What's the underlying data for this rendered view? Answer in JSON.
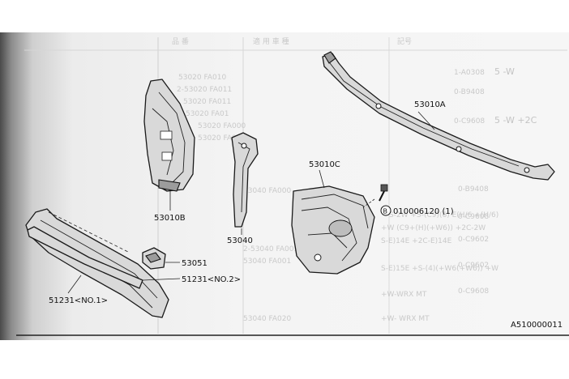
{
  "diagram": {
    "parts": [
      {
        "key": "a",
        "number": "53010A"
      },
      {
        "key": "b",
        "number": "53010B"
      },
      {
        "key": "c",
        "number": "53010C"
      },
      {
        "key": "d",
        "number": "53040"
      },
      {
        "key": "e",
        "number": "53051"
      },
      {
        "key": "f",
        "number": "51231<NO.2>"
      },
      {
        "key": "g",
        "number": "51231<NO.1>"
      }
    ],
    "bolt_callout": {
      "symbol": "B",
      "text": "010006120 (1)"
    },
    "figure_id": "A510000011"
  },
  "background_table": {
    "header": [
      "品 番",
      "適 用 車 種",
      "記号"
    ],
    "part_numbers": [
      "53020 FA010",
      "2-53020 FA011",
      "53020 FA011",
      "2-53020 FA01",
      "53020 FA000",
      "53020 FA001",
      "53040 FA000",
      "2-53040 FA001",
      "53040 FA001",
      "53040 FA020"
    ],
    "codes": [
      "1-A0308",
      "0-B9408",
      "0-C9608",
      "0-B9408",
      "0-C9608",
      "0-C9602",
      "0-C9602",
      "0-C9608"
    ],
    "notes": [
      "5 -W",
      "5 -W +2C",
      "S-2W +S-(C9)(6) E(H/6 +(H/6)",
      "+W (C9+(H)(+W6)) +2C-2W",
      "S-E)14E +2C-E)14E",
      "S-E)15E +S-(4)(+W6(+W6)) +W",
      "+W-WRX MT",
      "+W- WRX MT"
    ]
  }
}
